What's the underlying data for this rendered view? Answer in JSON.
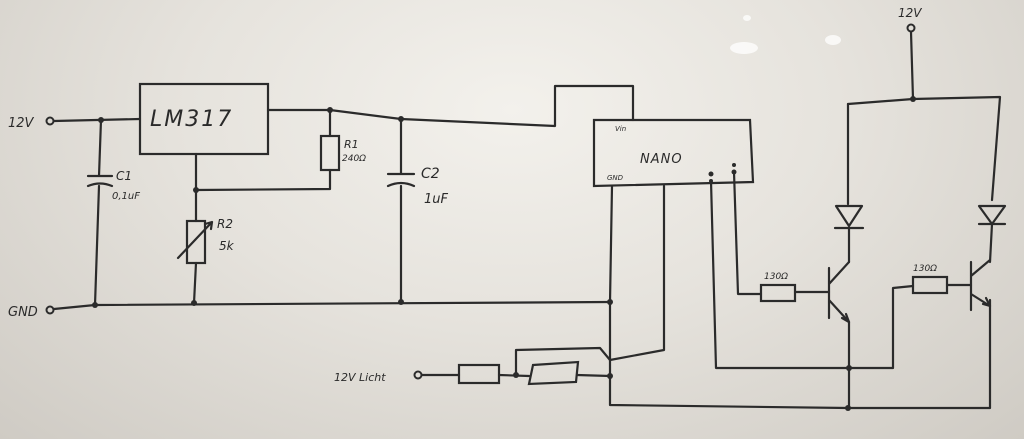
{
  "labels": {
    "supply_in": "12V",
    "gnd": "GND",
    "regulator": "LM317",
    "c1_name": "C1",
    "c1_value": "0,1uF",
    "r1_name": "R1",
    "r1_value": "240Ω",
    "r2_name": "R2",
    "r2_value": "5k",
    "c2_name": "C2",
    "c2_value": "1uF",
    "nano_name": "NANO",
    "nano_vin": "Vin",
    "nano_gnd": "GND",
    "light_in": "12V Licht",
    "supply_top": "12V",
    "rb1_value": "130Ω",
    "rb2_value": "130Ω"
  }
}
